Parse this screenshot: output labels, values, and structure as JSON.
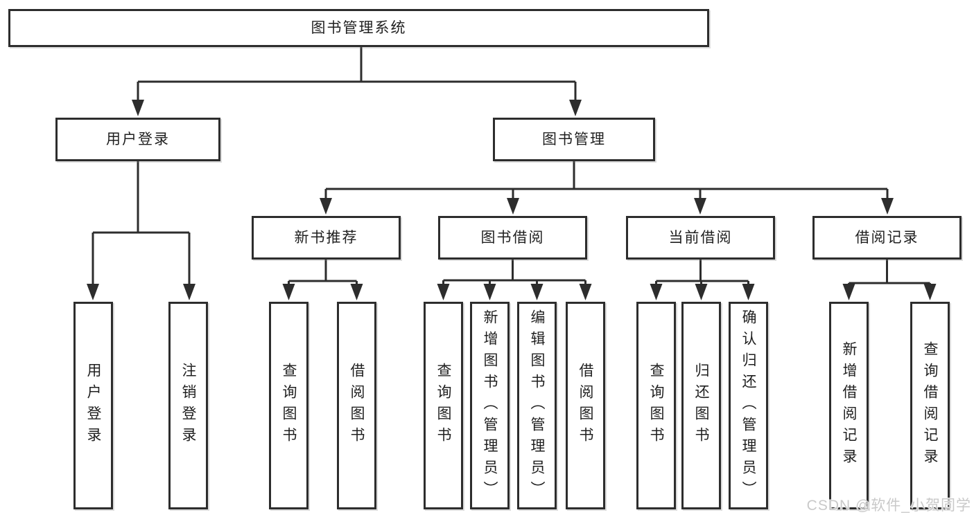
{
  "tree": {
    "root": {
      "label": "图书管理系统"
    },
    "user_login": {
      "label": "用户登录",
      "children": [
        {
          "label": "用户登录"
        },
        {
          "label": "注销登录"
        }
      ]
    },
    "book_mgmt": {
      "label": "图书管理",
      "groups": [
        {
          "label": "新书推荐",
          "children": [
            {
              "label": "查询图书"
            },
            {
              "label": "借阅图书"
            }
          ]
        },
        {
          "label": "图书借阅",
          "children": [
            {
              "label": "查询图书"
            },
            {
              "label": "新增图书（管理员）"
            },
            {
              "label": "编辑图书（管理员）"
            },
            {
              "label": "借阅图书"
            }
          ]
        },
        {
          "label": "当前借阅",
          "children": [
            {
              "label": "查询图书"
            },
            {
              "label": "归还图书"
            },
            {
              "label": "确认归还（管理员）"
            }
          ]
        },
        {
          "label": "借阅记录",
          "children": [
            {
              "label": "新增借阅记录"
            },
            {
              "label": "查询借阅记录"
            }
          ]
        }
      ]
    }
  },
  "watermark": {
    "text": "CSDN @软件_小贺同学"
  },
  "colors": {
    "line": "#2d2d2d",
    "border": "#2d2d2d",
    "box_fill": "#ffffff",
    "text": "#1f1f1f",
    "watermark": "#c9c9c9",
    "background": "#ffffff"
  }
}
